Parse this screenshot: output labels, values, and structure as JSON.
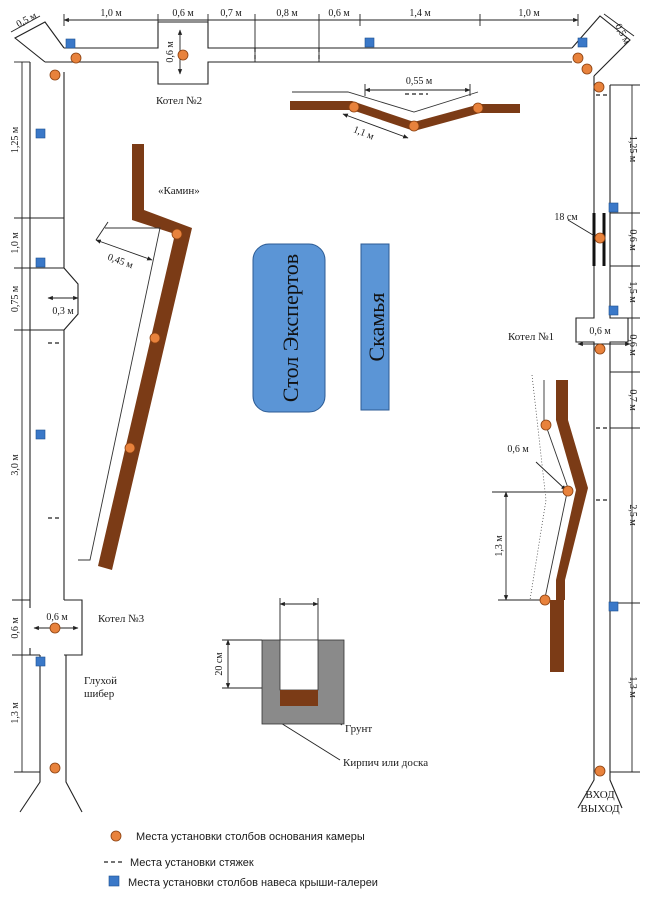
{
  "dimensions": {
    "top": [
      "0,5 м",
      "1,0 м",
      "0,6 м",
      "0,7 м",
      "0,8 м",
      "0,6 м",
      "1,4 м",
      "1,0 м",
      "0,5 м"
    ],
    "left": [
      "1,25 м",
      "1,0 м",
      "0,75 м",
      "0,3 м",
      "3,0 м",
      "0,6 м",
      "1,3 м"
    ],
    "right": [
      "1,25 м",
      "0,6 м",
      "1,5 м",
      "0,6 м",
      "0,7 м",
      "2,5 м",
      "1,3 м"
    ],
    "kotel2_width": "0,6 м",
    "kotel1_width": "0,6 м",
    "kotel3_width": "0,6 м",
    "right_gap": "18 см",
    "bench_top_gap": "0,55 м",
    "bench_segment": "1,1 м",
    "fireplace_width": "0,45 м",
    "kotel1_wall_gap": "0,6 м",
    "kotel1_wall_height": "1,3 м",
    "section_height": "20 см"
  },
  "labels": {
    "kotel2": "Котел №2",
    "kotel1": "Котел №1",
    "kotel3": "Котел №3",
    "kamin": "«Камин»",
    "expert_table": "Стол Экспертов",
    "bench": "Скамья",
    "damper_line1": "Глухой",
    "damper_line2": "шибер",
    "soil": "Грунт",
    "brick": "Кирпич или доска",
    "entry": "ВХОД",
    "exit": "ВЫХОД"
  },
  "legend": [
    {
      "icon": "orange-circle-icon",
      "text": "Места установки столбов основания камеры"
    },
    {
      "icon": "dashed-line-icon",
      "text": "Места установки стяжек"
    },
    {
      "icon": "blue-square-icon",
      "text": "Места установки столбов навеса крыши-галереи"
    }
  ],
  "colors": {
    "post": "#e8823c",
    "roof_post": "#3a78c8",
    "wall": "#7b3b16",
    "table": "#5b95d6",
    "section_gray": "#8a8a8a"
  }
}
